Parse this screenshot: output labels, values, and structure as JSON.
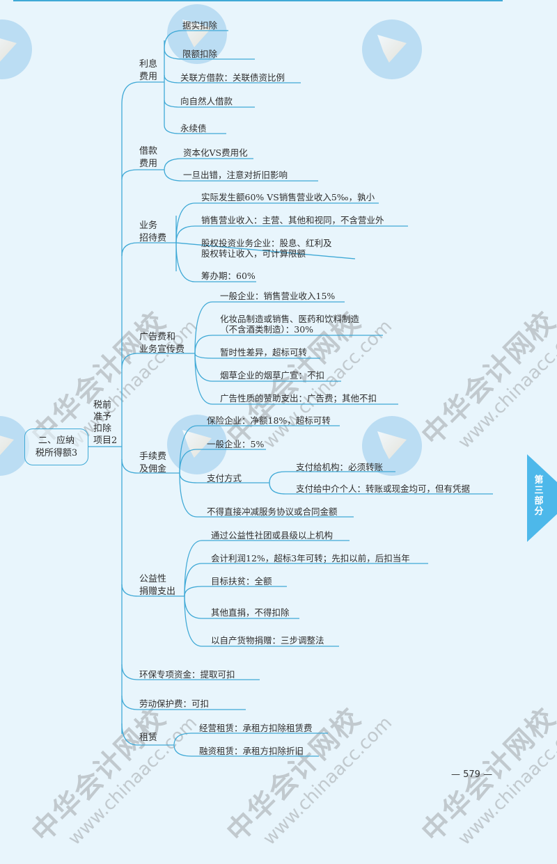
{
  "colors": {
    "background": "#e8f5fc",
    "line": "#3fa9d6",
    "tab": "#4db8ea",
    "text": "#2e2e2e"
  },
  "root": {
    "line1": "二、应纳",
    "line2": "税所得额3"
  },
  "level1": {
    "l1": "税前",
    "l2": "准予",
    "l3": "扣除",
    "l4": "项目2"
  },
  "branches": {
    "interest": {
      "label1": "利息",
      "label2": "费用",
      "items": [
        "据实扣除",
        "限额扣除",
        "关联方借款：关联债资比例",
        "向自然人借款",
        "永续债"
      ]
    },
    "borrowing": {
      "label1": "借款",
      "label2": "费用",
      "items": [
        "资本化VS费用化",
        "一旦出错，注意对折旧影响"
      ]
    },
    "entertainment": {
      "label1": "业务",
      "label2": "招待费",
      "items": [
        "实际发生额60% VS销售营业收入5‰，孰小",
        "销售营业收入：主营、其他和视同，不含营业外",
        "股权投资业务企业：股息、红利及",
        "股权转让收入，可计算限额",
        "筹办期：60%"
      ]
    },
    "advertising": {
      "label1": "广告费和",
      "label2": "业务宣传费",
      "items": [
        "一般企业：销售营业收入15%",
        "化妆品制造或销售、医药和饮料制造",
        "（不含酒类制造）：30%",
        "暂时性差异，超标可转",
        "烟草企业的烟草广宣：不扣",
        "广告性质的赞助支出：广告费；其他不扣"
      ]
    },
    "commission": {
      "label1": "手续费",
      "label2": "及佣金",
      "items": [
        "保险企业：净额18%，超标可转",
        "一般企业：5%",
        "支付方式",
        "不得直接冲减服务协议或合同金额"
      ],
      "payment": [
        "支付给机构：必须转账",
        "支付给中介个人：转账或现金均可，但有凭据"
      ]
    },
    "donation": {
      "label1": "公益性",
      "label2": "捐赠支出",
      "items": [
        "通过公益性社团或县级以上机构",
        "会计利润12%，超标3年可转；先扣以前，后扣当年",
        "目标扶贫：全额",
        "其他直捐，不得扣除",
        "以自产货物捐赠：三步调整法"
      ]
    },
    "env": {
      "text": "环保专项资金：提取可扣"
    },
    "labor": {
      "text": "劳动保护费：可扣"
    },
    "lease": {
      "label": "租赁",
      "items": [
        "经营租赁：承租方扣除租赁费",
        "融资租赁：承租方扣除折旧"
      ]
    }
  },
  "side_tab": {
    "text": "第三部分"
  },
  "page_number": "— 579 —",
  "watermark": {
    "cn": "中华会计网校",
    "url": "www.chinaacc.com"
  }
}
